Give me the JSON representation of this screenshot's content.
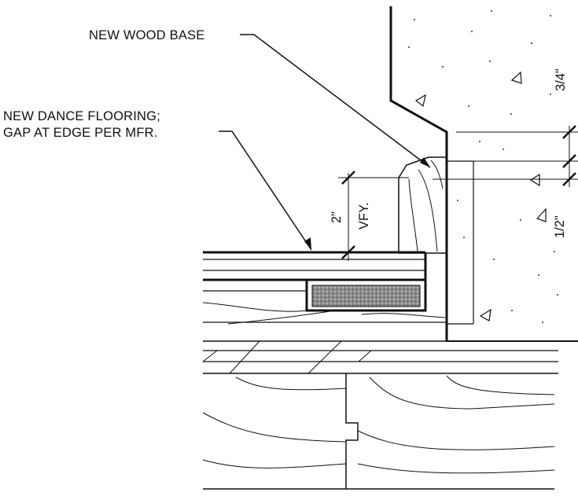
{
  "callouts": {
    "wood_base": "NEW WOOD BASE",
    "dance_flooring_line1": "NEW DANCE FLOORING;",
    "dance_flooring_line2": "GAP AT EDGE PER MFR."
  },
  "dimensions": {
    "base_height": "2\"",
    "verify": "VFY.",
    "top_gap": "3/4\"",
    "side_gap": "1/2\""
  }
}
